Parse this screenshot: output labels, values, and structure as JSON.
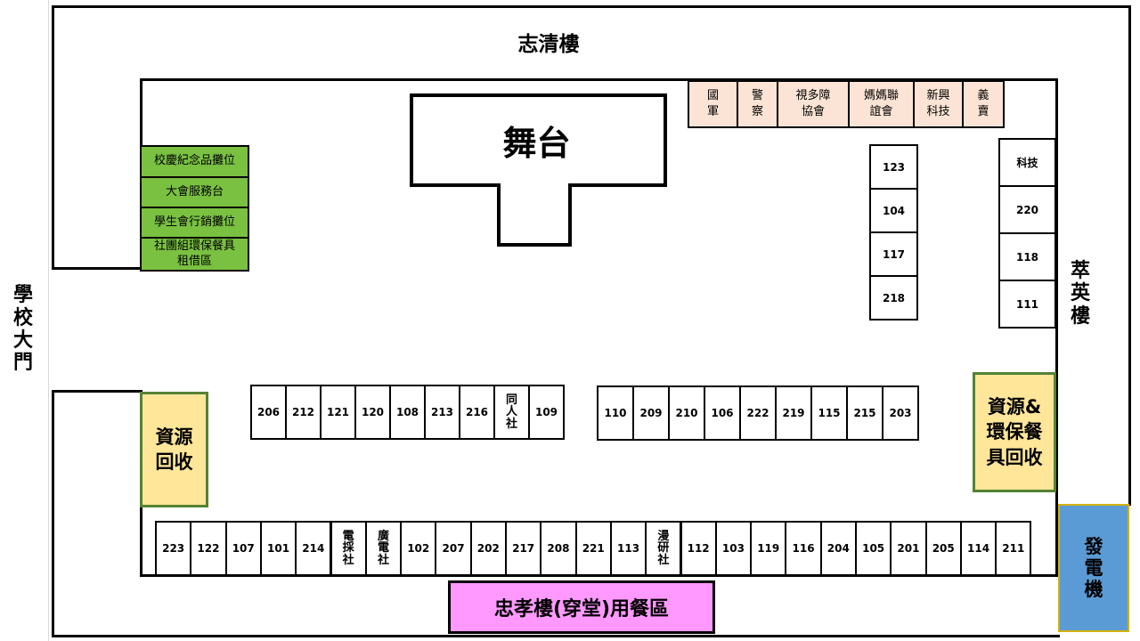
{
  "labels": {
    "top_building": "志清樓",
    "right_building": [
      "萃",
      "英",
      "樓"
    ],
    "gate": [
      "學",
      "校",
      "大",
      "門"
    ],
    "stage": "舞台",
    "dining": "忠孝樓(穿堂)用餐區",
    "generator": [
      "發",
      "電",
      "機"
    ],
    "recycle_left": [
      "資源",
      "回收"
    ],
    "recycle_right": [
      "資源&",
      "環保餐",
      "具回收"
    ]
  },
  "pink_booths": [
    [
      "國",
      "軍"
    ],
    [
      "警",
      "察"
    ],
    [
      "視多障",
      "協會"
    ],
    [
      "媽媽聯",
      "誼會"
    ],
    [
      "新興",
      "科技"
    ],
    [
      "義",
      "賣"
    ]
  ],
  "green_booths": [
    [
      "校慶紀念品攤位"
    ],
    [
      "大會服務台"
    ],
    [
      "學生會行銷攤位"
    ],
    [
      "社團組環保餐具",
      "租借區"
    ]
  ],
  "col_center": [
    "123",
    "104",
    "117",
    "218"
  ],
  "col_right": [
    "科技",
    "220",
    "118",
    "111"
  ],
  "row_mid_left": [
    "206",
    "212",
    "121",
    "120",
    "108",
    "213",
    "216",
    [
      "同",
      "人",
      "社"
    ],
    "109"
  ],
  "row_mid_right": [
    "110",
    "209",
    "210",
    "106",
    "222",
    "219",
    "115",
    "215",
    "203"
  ],
  "row_bottom": [
    "223",
    "122",
    "107",
    "101",
    "214",
    [
      "電",
      "採",
      "社"
    ],
    [
      "廣",
      "電",
      "社"
    ],
    "102",
    "207",
    "202",
    "217",
    "208",
    "221",
    "113",
    [
      "漫",
      "研",
      "社"
    ],
    "112",
    "103",
    "119",
    "116",
    "204",
    "105",
    "201",
    "205",
    "114",
    "211"
  ],
  "colors": {
    "pink_booth": "#fbe4d5",
    "green_booth": "#7ac142",
    "yellow_box": "#ffe699",
    "yellow_border": "#548235",
    "dining": "#ff99ff",
    "generator": "#5b9bd5"
  }
}
